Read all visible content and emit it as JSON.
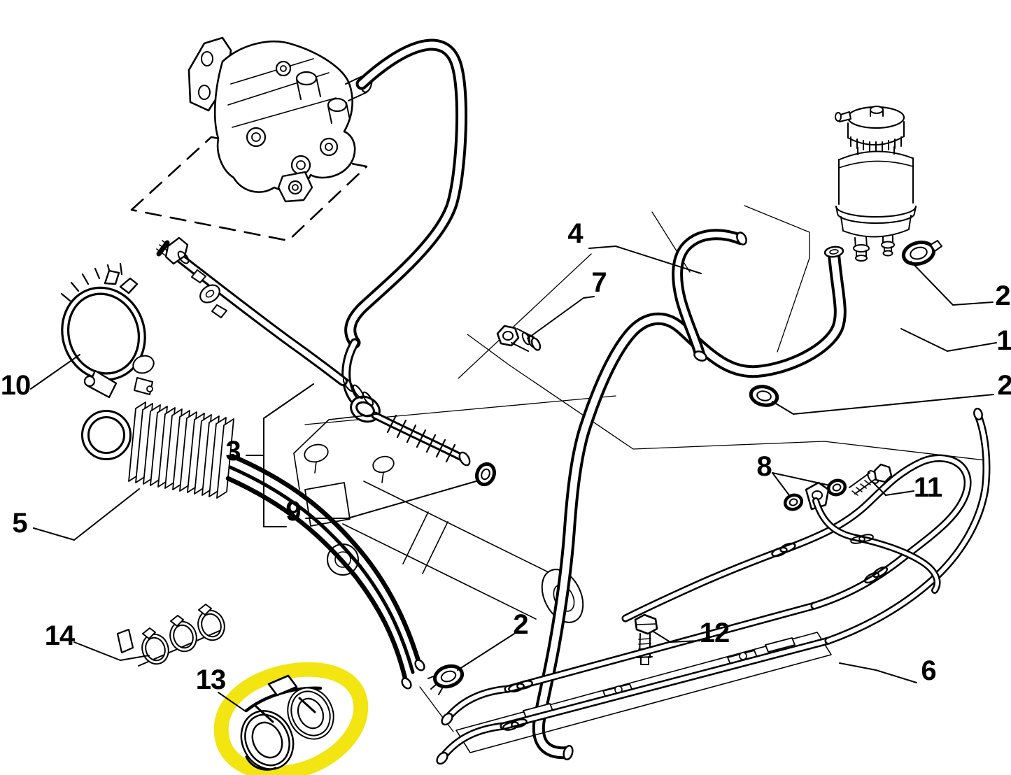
{
  "diagram": {
    "background_color": "#ffffff",
    "line_color": "#000000",
    "highlight_color": "#F2E511",
    "highlighted_part": "13",
    "callouts": {
      "c1": "1",
      "c2a": "2",
      "c2b": "2",
      "c2c": "2",
      "c3": "3",
      "c4": "4",
      "c5": "5",
      "c6": "6",
      "c7": "7",
      "c8": "8",
      "c9": "9",
      "c10": "10",
      "c11": "11",
      "c12": "12",
      "c13": "13",
      "c14": "14"
    }
  }
}
